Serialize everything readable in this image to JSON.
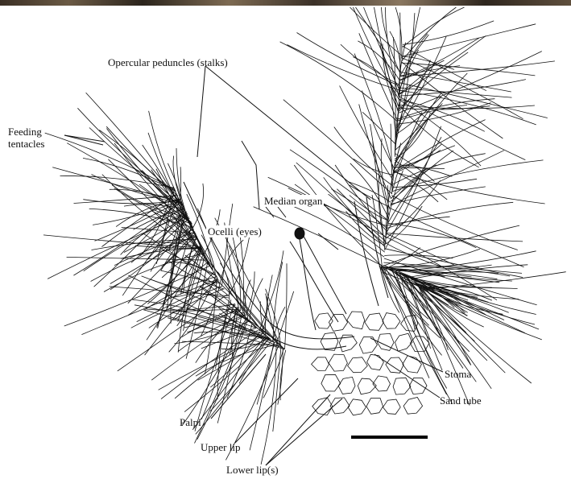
{
  "figure": {
    "labels": {
      "opercular_peduncles": "Opercular peduncles (stalks)",
      "feeding": "Feeding",
      "tentacles": "tentacles",
      "median_organ": "Median organ",
      "ocelli": "Ocelli (eyes)",
      "stoma": "Stoma",
      "sand_tube": "Sand tube",
      "palpi": "Palpi",
      "upper_lip": "Upper lip",
      "lower_lip": "Lower lip(s)"
    },
    "scale_bar": {
      "color": "#000000"
    },
    "ink_color": "#111111",
    "top_strip": "photo-fragment"
  }
}
